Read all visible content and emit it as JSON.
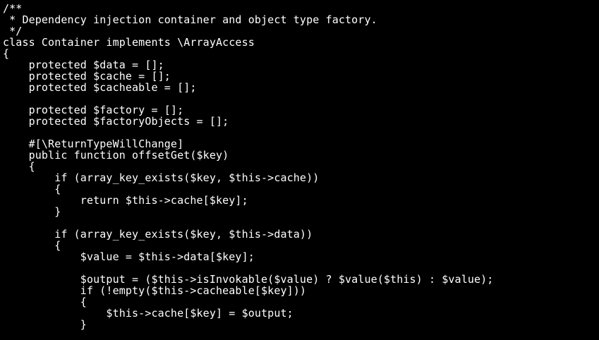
{
  "editor": {
    "theme_colors": {
      "background": "#000000",
      "text": "#ffffff"
    },
    "lines": [
      "/**",
      " * Dependency injection container and object type factory.",
      " */",
      "class Container implements \\ArrayAccess",
      "{",
      "    protected $data = [];",
      "    protected $cache = [];",
      "    protected $cacheable = [];",
      "",
      "    protected $factory = [];",
      "    protected $factoryObjects = [];",
      "",
      "    #[\\ReturnTypeWillChange]",
      "    public function offsetGet($key)",
      "    {",
      "        if (array_key_exists($key, $this->cache))",
      "        {",
      "            return $this->cache[$key];",
      "        }",
      "",
      "        if (array_key_exists($key, $this->data))",
      "        {",
      "            $value = $this->data[$key];",
      "",
      "            $output = ($this->isInvokable($value) ? $value($this) : $value);",
      "            if (!empty($this->cacheable[$key]))",
      "            {",
      "                $this->cache[$key] = $output;",
      "            }"
    ]
  }
}
